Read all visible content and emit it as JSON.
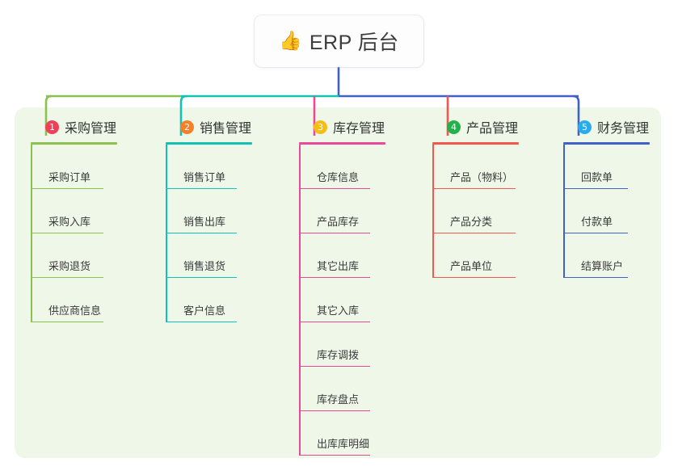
{
  "root": {
    "icon": "thumbs-up-icon",
    "emoji": "👍",
    "title": "ERP 后台"
  },
  "palette": {
    "page_background": "#ffffff",
    "panel_background": "#eff7e9",
    "root_box_background": "#fdfdfd",
    "root_text": "#3c3c3c",
    "branch_title_text": "#333333",
    "leaf_text": "#3a3a3a"
  },
  "branches": [
    {
      "index": "1",
      "title": "采购管理",
      "badge_color": "#ef4056",
      "line_color": "#8cc152",
      "items": [
        {
          "label": "采购订单"
        },
        {
          "label": "采购入库"
        },
        {
          "label": "采购退货"
        },
        {
          "label": "供应商信息"
        }
      ]
    },
    {
      "index": "2",
      "title": "销售管理",
      "badge_color": "#f4812a",
      "line_color": "#12c2b4",
      "items": [
        {
          "label": "销售订单"
        },
        {
          "label": "销售出库"
        },
        {
          "label": "销售退货"
        },
        {
          "label": "客户信息"
        }
      ]
    },
    {
      "index": "3",
      "title": "库存管理",
      "badge_color": "#f6bd16",
      "line_color": "#ec4899",
      "items": [
        {
          "label": "仓库信息"
        },
        {
          "label": "产品库存"
        },
        {
          "label": "其它出库"
        },
        {
          "label": "其它入库"
        },
        {
          "label": "库存调拨"
        },
        {
          "label": "库存盘点"
        },
        {
          "label": "出库库明细"
        }
      ]
    },
    {
      "index": "4",
      "title": "产品管理",
      "badge_color": "#22b24c",
      "line_color": "#f4574d",
      "items": [
        {
          "label": "产品（物料）"
        },
        {
          "label": "产品分类"
        },
        {
          "label": "产品单位"
        }
      ]
    },
    {
      "index": "5",
      "title": "财务管理",
      "badge_color": "#2aabee",
      "line_color": "#4061c8",
      "items": [
        {
          "label": "回款单"
        },
        {
          "label": "付款单"
        },
        {
          "label": "结算账户"
        }
      ]
    }
  ]
}
